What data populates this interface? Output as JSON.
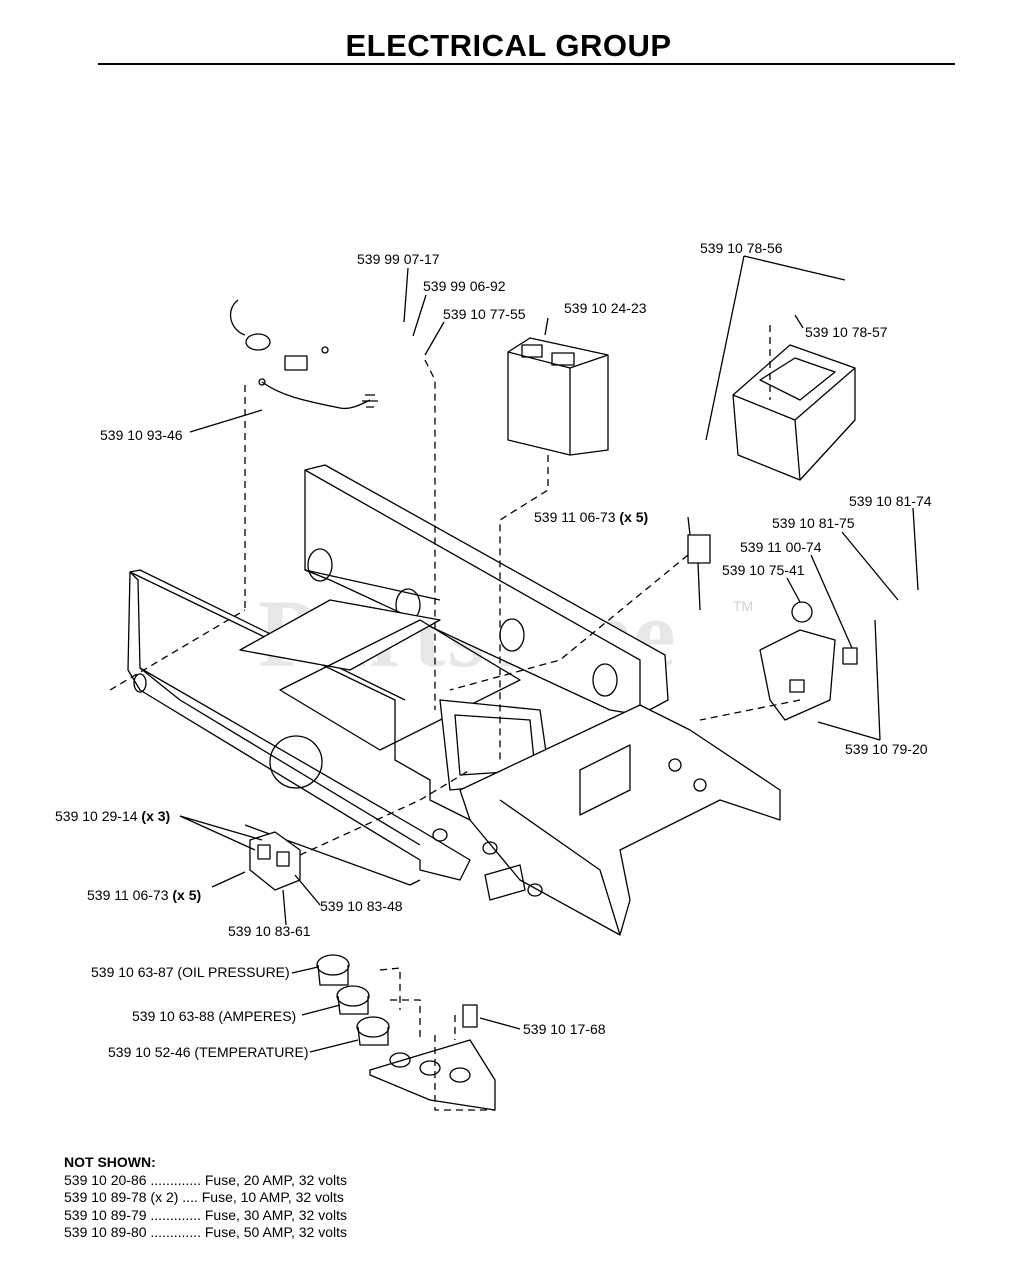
{
  "title": "ELECTRICAL GROUP",
  "watermark": "PartsTree",
  "watermark_tm": "TM",
  "callouts": {
    "c1": "539 99 07-17",
    "c2": "539 99 06-92",
    "c3": "539 10 77-55",
    "c4": "539 10 24-23",
    "c5": "539 10 78-56",
    "c6": "539 10 78-57",
    "c7": "539 10 93-46",
    "c8": "539 11 06-73",
    "c8_qty": "(x 5)",
    "c9": "539 10 81-74",
    "c10": "539 10 81-75",
    "c11": "539 11 00-74",
    "c12": "539 10 75-41",
    "c13": "539 10 79-20",
    "c14": "539 10 29-14",
    "c14_qty": "(x 3)",
    "c15": "539 11 06-73",
    "c15_qty": "(x 5)",
    "c16": "539 10 83-48",
    "c17": "539 10 83-61",
    "c18": "539 10 63-87 (OIL PRESSURE)",
    "c19": "539 10 63-88 (AMPERES)",
    "c20": "539 10 52-46 (TEMPERATURE)",
    "c21": "539 10 17-68"
  },
  "not_shown": {
    "header": "NOT SHOWN:",
    "items": [
      "539 10 20-86 ............. Fuse, 20 AMP, 32 volts",
      "539 10 89-78 (x 2) .... Fuse, 10 AMP, 32 volts",
      "539 10 89-79 ............. Fuse, 30 AMP, 32 volts",
      "539 10 89-80 ............. Fuse, 50 AMP, 32 volts"
    ]
  }
}
